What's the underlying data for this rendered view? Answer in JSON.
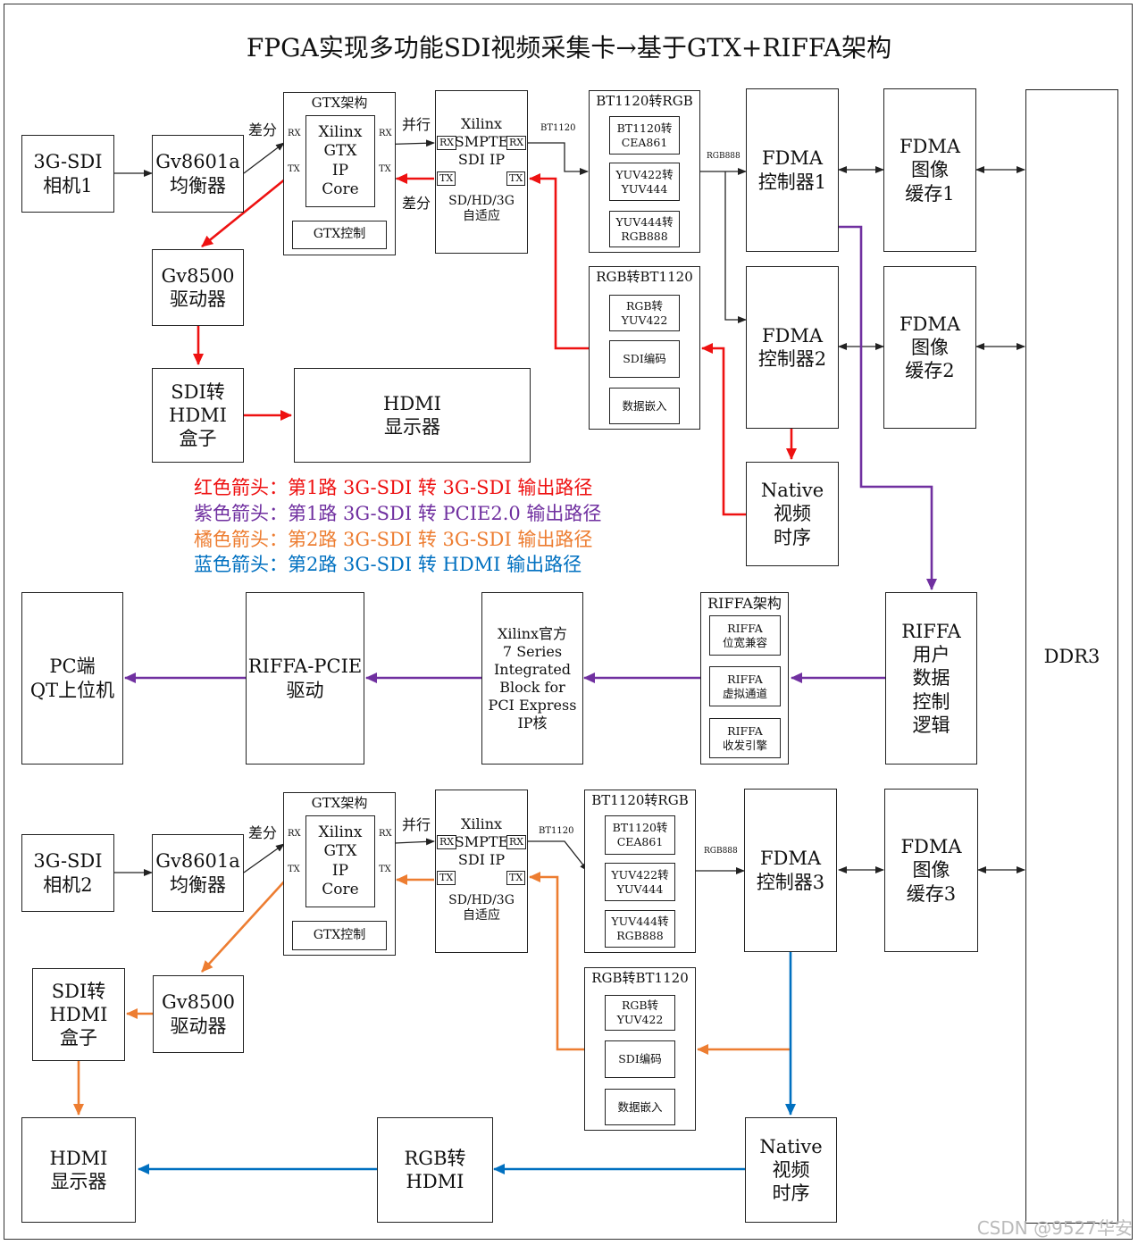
{
  "title": "FPGA实现多功能SDI视频采集卡→基于GTX+RIFFA架构",
  "ports": {
    "rx": "RX",
    "tx": "TX"
  },
  "top": {
    "camera": "3G-SDI\n相机1",
    "equalizer": "Gv8601a\n均衡器",
    "gtx_title": "GTX架构",
    "gtx_core": "Xilinx\nGTX\nIP\nCore",
    "gtx_ctrl": "GTX控制",
    "diff_in": "差分",
    "diff_out": "差分",
    "parallel": "并行",
    "smpte": "Xilinx\nSMPTE\nSDI IP",
    "smpte_mode": "SD/HD/3G\n自适应",
    "bt1120_label": "BT1120",
    "bt2rgb_title": "BT1120转RGB",
    "bt2rgb_1": "BT1120转\nCEA861",
    "bt2rgb_2": "YUV422转\nYUV444",
    "bt2rgb_3": "YUV444转\nRGB888",
    "rgb888_label": "RGB888",
    "rgb2bt_title": "RGB转BT1120",
    "rgb2bt_1": "RGB转\nYUV422",
    "rgb2bt_2": "SDI编码",
    "rgb2bt_3": "数据嵌入",
    "fdma1": "FDMA\n控制器1",
    "fdma2": "FDMA\n控制器2",
    "buf1": "FDMA\n图像\n缓存1",
    "buf2": "FDMA\n图像\n缓存2",
    "driver": "Gv8500\n驱动器",
    "sdi2hdmi": "SDI转\nHDMI\n盒子",
    "hdmi": "HDMI\n显示器",
    "native": "Native\n视频\n时序"
  },
  "legend": [
    {
      "text": "红色箭头：第1路 3G-SDI 转 3G-SDI 输出路径",
      "color": "#ee1111"
    },
    {
      "text": "紫色箭头：第1路 3G-SDI 转 PCIE2.0 输出路径",
      "color": "#7030a0"
    },
    {
      "text": "橘色箭头：第2路 3G-SDI 转 3G-SDI 输出路径",
      "color": "#ed7d31"
    },
    {
      "text": "蓝色箭头：第2路 3G-SDI 转 HDMI 输出路径",
      "color": "#0070c0"
    }
  ],
  "middle": {
    "pc": "PC端\nQT上位机",
    "riffa_pcie": "RIFFA-PCIE\n驱动",
    "xilinx_pcie": "Xilinx官方\n7 Series\nIntegrated\nBlock for\nPCI Express\nIP核",
    "riffa_title": "RIFFA架构",
    "riffa_1": "RIFFA\n位宽兼容",
    "riffa_2": "RIFFA\n虚拟通道",
    "riffa_3": "RIFFA\n收发引擎",
    "riffa_user": "RIFFA\n用户\n数据\n控制\n逻辑",
    "ddr3": "DDR3"
  },
  "bottom": {
    "camera": "3G-SDI\n相机2",
    "equalizer": "Gv8601a\n均衡器",
    "gtx_title": "GTX架构",
    "gtx_core": "Xilinx\nGTX\nIP\nCore",
    "gtx_ctrl": "GTX控制",
    "diff_in": "差分",
    "parallel": "并行",
    "smpte": "Xilinx\nSMPTE\nSDI IP",
    "smpte_mode": "SD/HD/3G\n自适应",
    "bt1120_label": "BT1120",
    "bt2rgb_title": "BT1120转RGB",
    "bt2rgb_1": "BT1120转\nCEA861",
    "bt2rgb_2": "YUV422转\nYUV444",
    "bt2rgb_3": "YUV444转\nRGB888",
    "rgb888_label": "RGB888",
    "rgb2bt_title": "RGB转BT1120",
    "rgb2bt_1": "RGB转\nYUV422",
    "rgb2bt_2": "SDI编码",
    "rgb2bt_3": "数据嵌入",
    "fdma3": "FDMA\n控制器3",
    "buf3": "FDMA\n图像\n缓存3",
    "driver": "Gv8500\n驱动器",
    "sdi2hdmi": "SDI转\nHDMI\n盒子",
    "hdmi": "HDMI\n显示器",
    "rgb2hdmi": "RGB转HDMI",
    "native": "Native\n视频\n时序"
  },
  "watermark": "CSDN @9527华安",
  "colors": {
    "red": "#ee1111",
    "purple": "#7030a0",
    "orange": "#ed7d31",
    "blue": "#0070c0",
    "black": "#222222"
  }
}
